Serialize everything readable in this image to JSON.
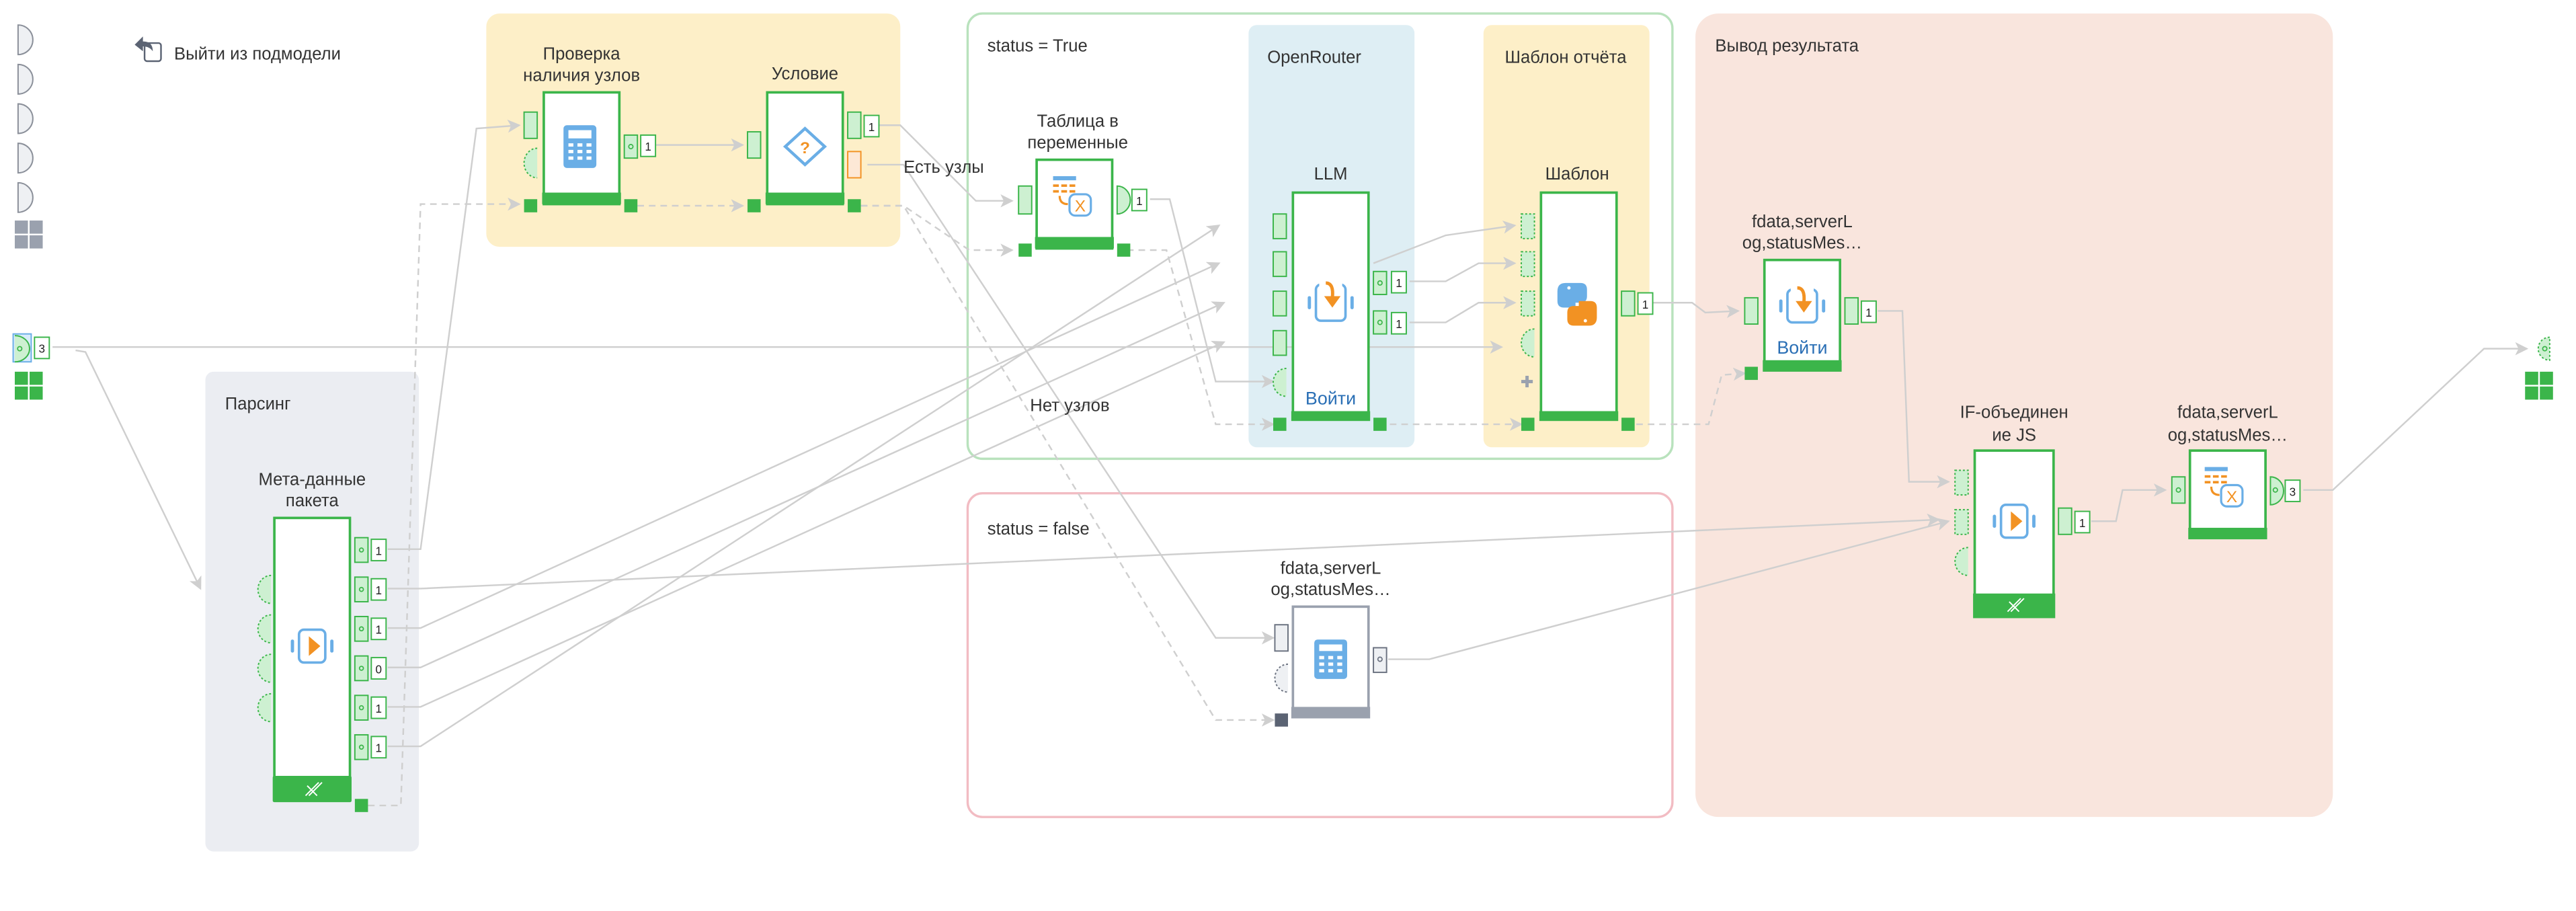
{
  "toolbar": {
    "exit_submodel_label": "Выйти из подмодели",
    "exit_submodel_icon": "exit-submodel-icon"
  },
  "colors": {
    "node_green": "#3bb54a",
    "port_fill": "#cdf0d1",
    "group_yellow": "#fdefc8",
    "group_blue": "#deeef4",
    "group_gray": "#ebedf2",
    "group_peach": "#f9e5dd",
    "border_true": "#b9e2bd",
    "border_false": "#f2bcc3",
    "icon_blue": "#6aaee6",
    "icon_orange": "#f29223",
    "disabled_gray": "#9aa1ae"
  },
  "input_port": {
    "badge": "3"
  },
  "output_port": {
    "badge": ""
  },
  "groups": {
    "check": {
      "title": ""
    },
    "status_true": {
      "title": "status = True"
    },
    "openrouter": {
      "title": "OpenRouter"
    },
    "report_template": {
      "title": "Шаблон отчёта"
    },
    "status_false": {
      "title": "status = false"
    },
    "output": {
      "title": "Вывод результата"
    },
    "parsing": {
      "title": "Парсинг"
    }
  },
  "nodes": {
    "check_nodes": {
      "label_1": "Проверка",
      "label_2": "наличия узлов",
      "icon": "calculator-icon",
      "out_badges": [
        "1"
      ]
    },
    "condition": {
      "label_1": "Условие",
      "icon": "condition-diamond-icon",
      "out_badges": [
        "1"
      ]
    },
    "table_to_vars": {
      "label_1": "Таблица в",
      "label_2": "переменные",
      "icon": "table-to-variables-icon",
      "out_badges": [
        "1"
      ]
    },
    "llm": {
      "label_1": "LLM",
      "icon": "submodel-enter-icon",
      "login": "Войти",
      "out_badges": [
        "1",
        "1"
      ]
    },
    "template": {
      "label_1": "Шаблон",
      "icon": "python-icon",
      "out_badges": [
        "1"
      ]
    },
    "false_calc": {
      "label_1": "fdata,serverL",
      "label_2": "og,statusMes…",
      "icon": "calculator-icon"
    },
    "output_login": {
      "label_1": "fdata,serverL",
      "label_2": "og,statusMes…",
      "icon": "submodel-enter-icon",
      "login": "Войти",
      "out_badges": [
        "1"
      ]
    },
    "if_merge": {
      "label_1": "IF-объединен",
      "label_2": "ие JS",
      "icon": "script-run-icon",
      "out_badges": [
        "1"
      ]
    },
    "output_table": {
      "label_1": "fdata,serverL",
      "label_2": "og,statusMes…",
      "icon": "table-to-variables-icon",
      "out_badges": [
        "3"
      ]
    },
    "meta": {
      "label_1": "Мета-данные",
      "label_2": "пакета",
      "icon": "script-run-icon",
      "out_badges": [
        "1",
        "1",
        "1",
        "0",
        "1",
        "1"
      ]
    }
  },
  "edge_labels": {
    "has_nodes": "Есть узлы",
    "no_nodes": "Нет узлов"
  }
}
